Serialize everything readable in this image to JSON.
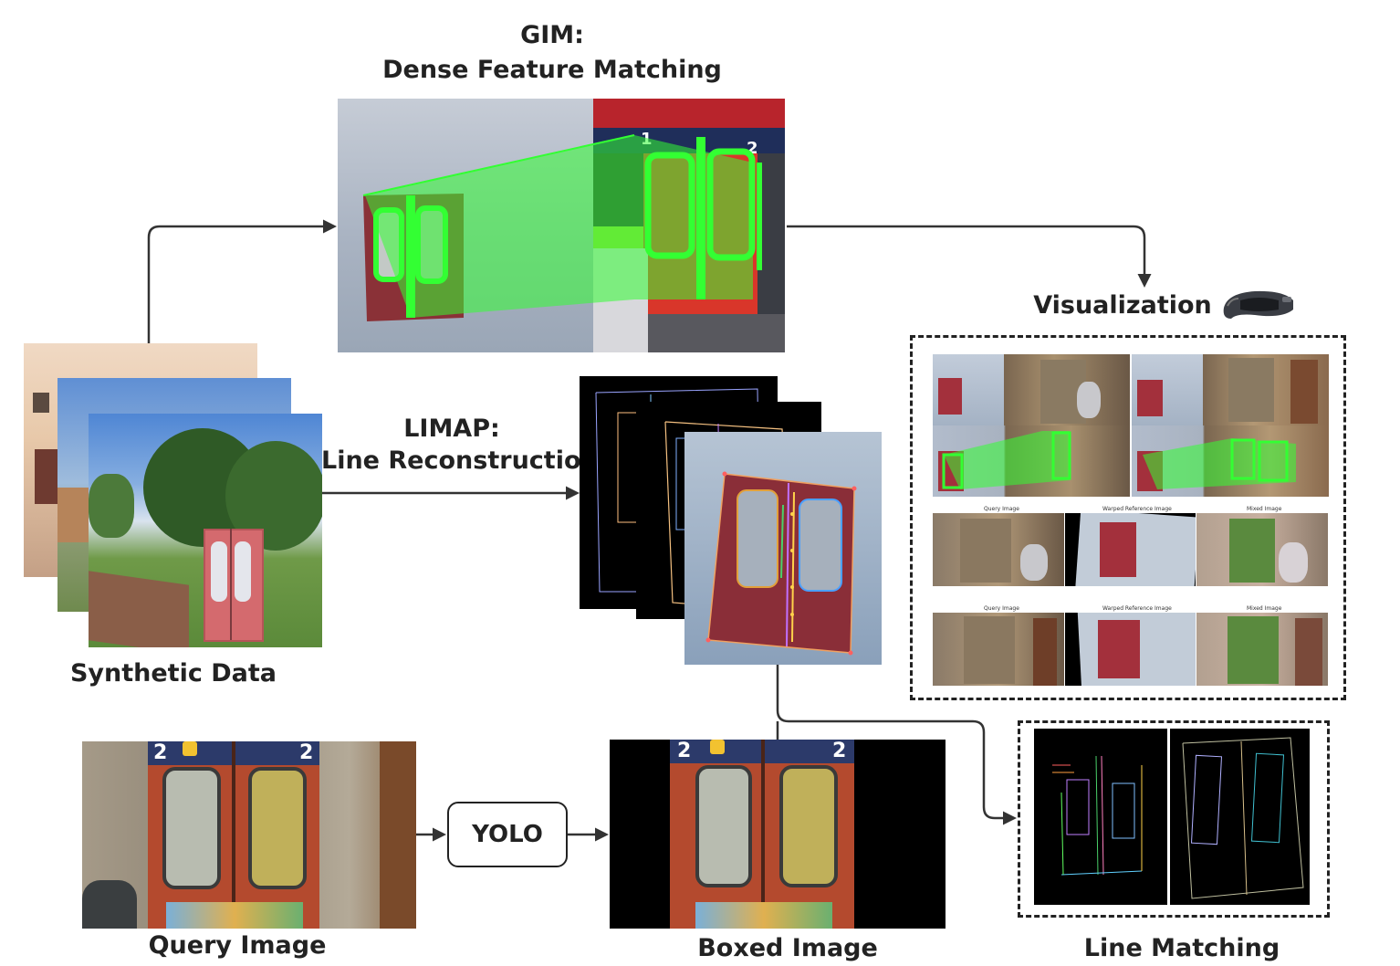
{
  "labels": {
    "gim_title": "GIM:",
    "gim_subtitle": "Dense Feature Matching",
    "limap_title": "LIMAP:",
    "limap_subtitle": "Line Reconstruction",
    "synthetic": "Synthetic Data",
    "visualization": "Visualization",
    "query": "Query Image",
    "yolo": "YOLO",
    "boxed": "Boxed Image",
    "line_matching": "Line Matching"
  },
  "viz_panel": {
    "captions": [
      "Query Image",
      "Warped Reference Image",
      "Mixed Image"
    ]
  },
  "door_numbers": {
    "left": "2",
    "right": "2",
    "top_left": "1",
    "top_right": "2"
  },
  "colors": {
    "match_green": "#33ff33",
    "door_red": "#a3303c",
    "arrow": "#333333",
    "train_red": "#d9362a"
  },
  "icons": {
    "headset": "mixed-reality-headset-icon"
  }
}
